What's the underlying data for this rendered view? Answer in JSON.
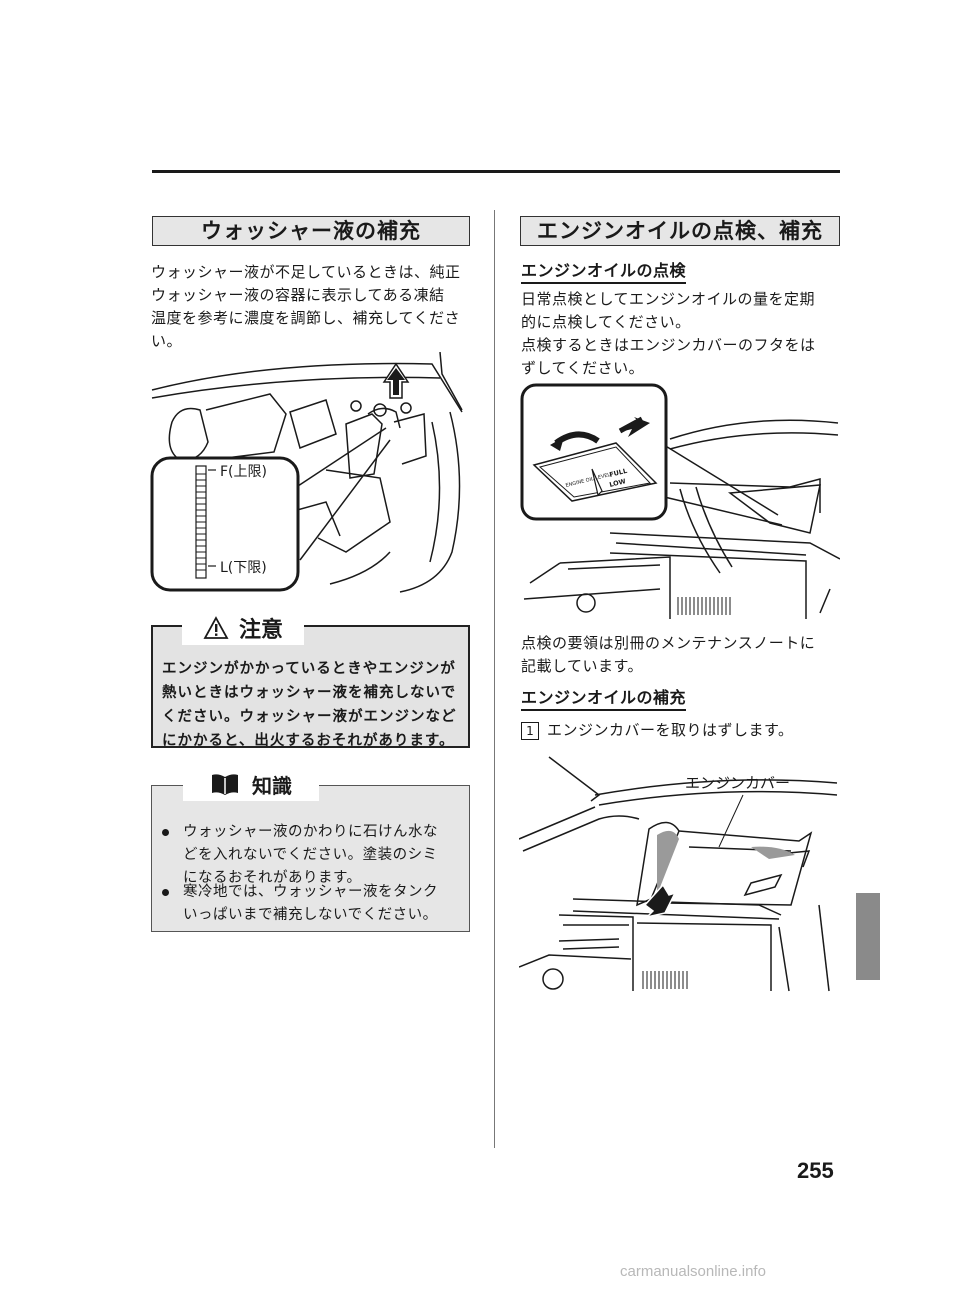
{
  "washer": {
    "title": "ウォッシャー液の補充",
    "lines": [
      "ウォッシャー液が不足しているときは、純正",
      "ウォッシャー液の容器に表示してある凍結",
      "温度を参考に濃度を調節し、補充してくださ",
      "い。"
    ],
    "gauge_f": "F(上限)",
    "gauge_l": "L(下限)"
  },
  "caution": {
    "title": "注意",
    "lines": [
      "エンジンがかかっているときやエンジンが",
      "熱いときはウォッシャー液を補充しないで",
      "ください。ウォッシャー液がエンジンなど",
      "にかかると、出火するおそれがあります。"
    ]
  },
  "knowledge": {
    "title": "知識",
    "items": [
      [
        "ウォッシャー液のかわりに石けん水な",
        "どを入れないでください。塗装のシミ",
        "になるおそれがあります。"
      ],
      [
        "寒冷地では、ウォッシャー液をタンク",
        "いっぱいまで補充しないでください。"
      ]
    ]
  },
  "oil": {
    "title": "エンジンオイルの点検、補充",
    "check_title": "エンジンオイルの点検",
    "check_lines": [
      "日常点検としてエンジンオイルの量を定期",
      "的に点検してください。",
      "点検するときはエンジンカバーのフタをは",
      "ずしてください。"
    ],
    "dipstick_full": "FULL",
    "dipstick_low": "LOW",
    "dipstick_engine": "ENGINE OIL LEVEL",
    "note_lines": [
      "点検の要領は別冊のメンテナンスノートに",
      "記載しています。"
    ],
    "fill_title": "エンジンオイルの補充",
    "step_number": "1",
    "step_text": "エンジンカバーを取りはずします。",
    "cover_label": "エンジンカバー"
  },
  "page_number": "255",
  "watermark": "carmanualsonline.info"
}
